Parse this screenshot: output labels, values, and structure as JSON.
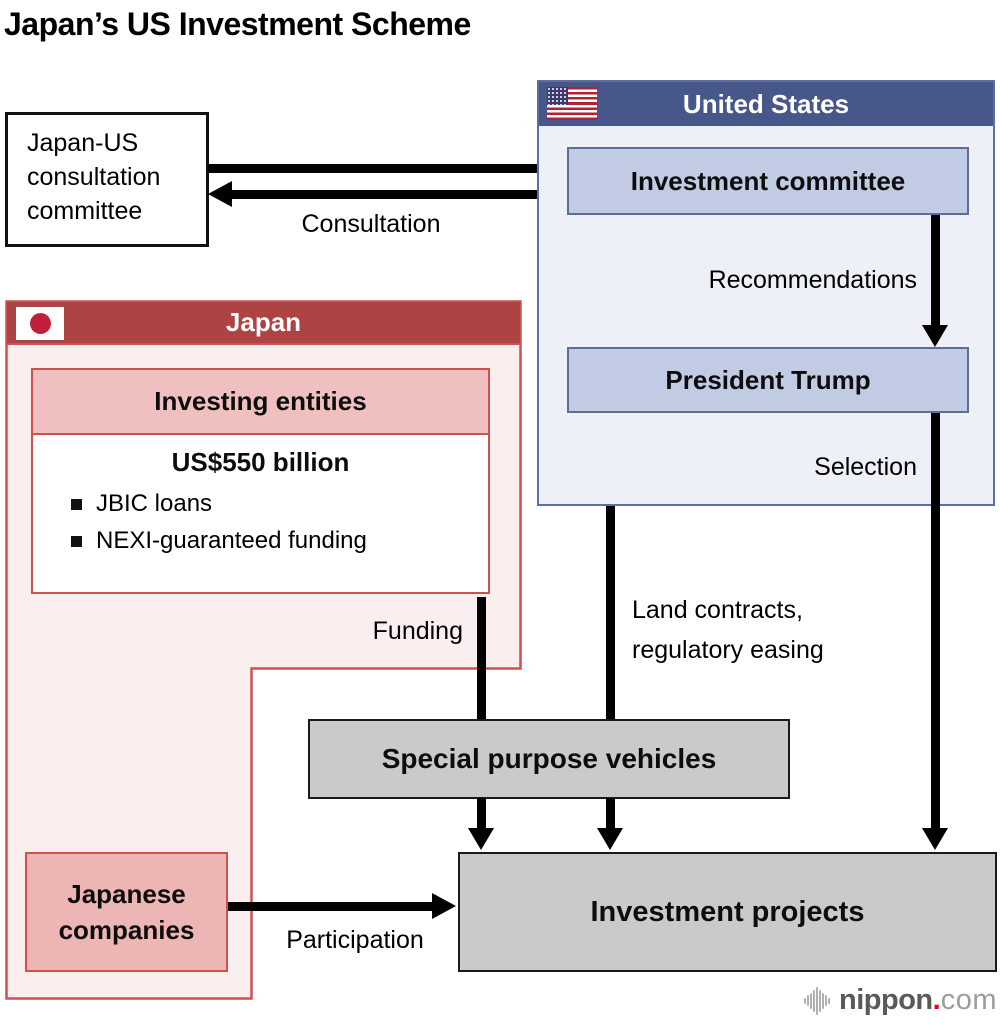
{
  "title": "Japan’s US Investment Scheme",
  "consultation_box": {
    "lines": [
      "Japan-US",
      "consultation",
      "committee"
    ]
  },
  "labels": {
    "consultation": "Consultation",
    "recommendations": "Recommendations",
    "selection": "Selection",
    "funding": "Funding",
    "land_contracts": [
      "Land contracts,",
      "regulatory easing"
    ],
    "participation": "Participation"
  },
  "us_panel": {
    "header": "United States",
    "investment_committee": "Investment committee",
    "president": "President Trump"
  },
  "japan_panel": {
    "header": "Japan",
    "investing_entities": "Investing entities",
    "amount": "US$550 billion",
    "bullets": [
      "JBIC loans",
      "NEXI-guaranteed funding"
    ],
    "companies_lines": [
      "Japanese",
      "companies"
    ]
  },
  "nodes": {
    "spv": "Special purpose vehicles",
    "investment_projects": "Investment projects"
  },
  "logo": {
    "name": "nippon",
    "dot": ".",
    "tld": "com"
  },
  "colors": {
    "us_header": "#48578a",
    "us_panel_bg": "#edf0f7",
    "us_box_fill": "#c1cbe3",
    "us_border": "#5e6c9a",
    "japan_header": "#ad4343",
    "japan_panel_bg": "#fbeeee",
    "japan_border": "#d05050",
    "investing_fill": "#f0bfbf",
    "companies_fill": "#eeb5b5",
    "gray_fill": "#cacaca",
    "arrow": "#000000",
    "japan_flag_circle": "#c0203c",
    "us_flag_red": "#b22234",
    "us_flag_navy": "#3c3b6e",
    "logo_red": "#e60012"
  }
}
